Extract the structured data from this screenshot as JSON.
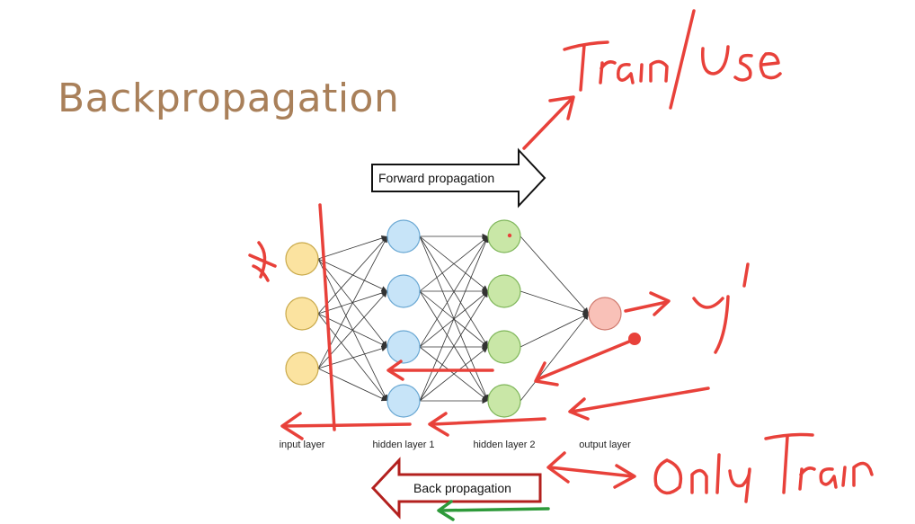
{
  "slide": {
    "title": "Backpropagation"
  },
  "diagram": {
    "forward_label": "Forward propagation",
    "back_label": "Back propagation",
    "layers": [
      {
        "label": "input layer",
        "nodes": 3,
        "color": "#fbe3a0",
        "stroke": "#c9a94a"
      },
      {
        "label": "hidden layer 1",
        "nodes": 4,
        "color": "#c7e4f8",
        "stroke": "#6aa8d3"
      },
      {
        "label": "hidden layer 2",
        "nodes": 4,
        "color": "#c9e7a7",
        "stroke": "#7fb65a"
      },
      {
        "label": "output layer",
        "nodes": 1,
        "color": "#f9c1b8",
        "stroke": "#d07a6e"
      }
    ]
  },
  "annotations": {
    "train_use": "Train/Use",
    "x_mark": "x",
    "y_prime": "y'",
    "only_train": "Only Train",
    "ink_color": "#e8413a",
    "green_ink_color": "#2e9a3a"
  }
}
